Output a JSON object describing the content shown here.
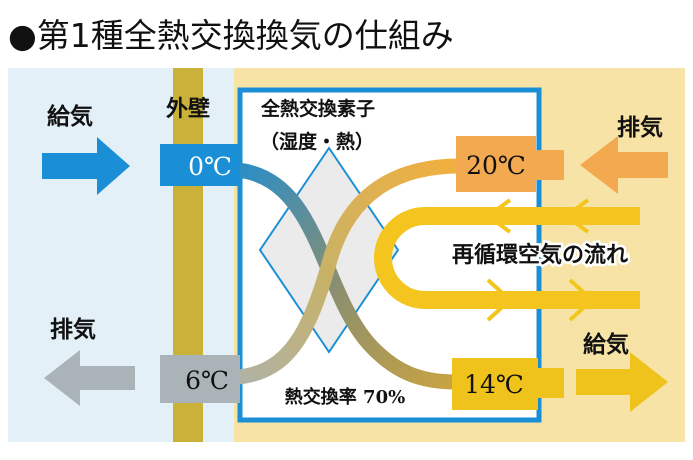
{
  "title": "●第1種全熱交換換気の仕組み",
  "outside_wall_label": "外壁",
  "element_label_line1": "全熱交換素子",
  "element_label_line2": "（湿度・熱）",
  "recirculation_label": "再循環空気の流れ",
  "efficiency_label": "熱交換率 70%",
  "left_supply_label": "給気",
  "left_exhaust_label": "排気",
  "right_exhaust_label": "排気",
  "right_supply_label": "給気",
  "temp_outside_in": "0℃",
  "temp_outside_out": "6℃",
  "temp_inside_in": "20℃",
  "temp_inside_out": "14℃",
  "colors": {
    "outdoor_bg": "#e4f0f8",
    "indoor_bg": "#f8e3a6",
    "wall": "#c9b13a",
    "unit_border": "#1a8fd6",
    "cold_blue": "#1a8fd6",
    "gray": "#aab3b8",
    "warm_orange": "#f2a94f",
    "warm_yellow": "#f0c21c",
    "recirc_yellow": "#f4c51e"
  }
}
